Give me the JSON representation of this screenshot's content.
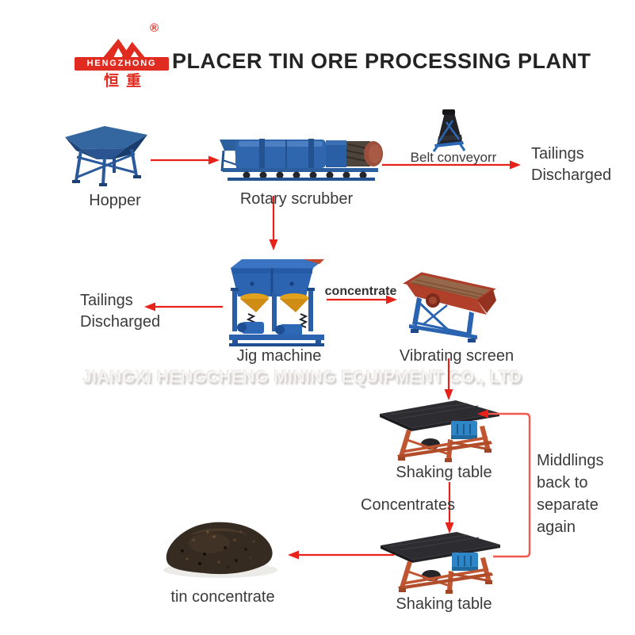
{
  "header": {
    "title": "PLACER TIN ORE PROCESSING PLANT",
    "logo": {
      "brand": "HENGZHONG",
      "brand_cn": "恒重",
      "registered_mark": "®"
    }
  },
  "watermark": "JIANGXI HENGCHENG MINING EQUIPMENT CO., LTD",
  "nodes": {
    "hopper": {
      "label": "Hopper"
    },
    "rotary_scrubber": {
      "label": "Rotary scrubber"
    },
    "belt_conveyor": {
      "label": "Belt conveyorr"
    },
    "jig_machine": {
      "label": "Jig machine"
    },
    "vibrating_screen": {
      "label": "Vibrating screen"
    },
    "shaking_table_1": {
      "label": "Shaking table"
    },
    "shaking_table_2": {
      "label": "Shaking table"
    },
    "tin_concentrate": {
      "label": "tin concentrate"
    }
  },
  "flow_labels": {
    "tailings_right": {
      "line1": "Tailings",
      "line2": "Discharged"
    },
    "tailings_left": {
      "line1": "Tailings",
      "line2": "Discharged"
    },
    "concentrate": "concentrate",
    "concentrates": "Concentrates",
    "middlings": {
      "line1": "Middlings",
      "line2": "back to",
      "line3": "separate",
      "line4": "again"
    }
  },
  "colors": {
    "arrow_red": "#e8211a",
    "loop_red": "#f15a50",
    "brand_red": "#e02b20",
    "machine_blue": "#2d64b0",
    "frame_orange": "#bf5531",
    "text": "#3a3a3a"
  }
}
